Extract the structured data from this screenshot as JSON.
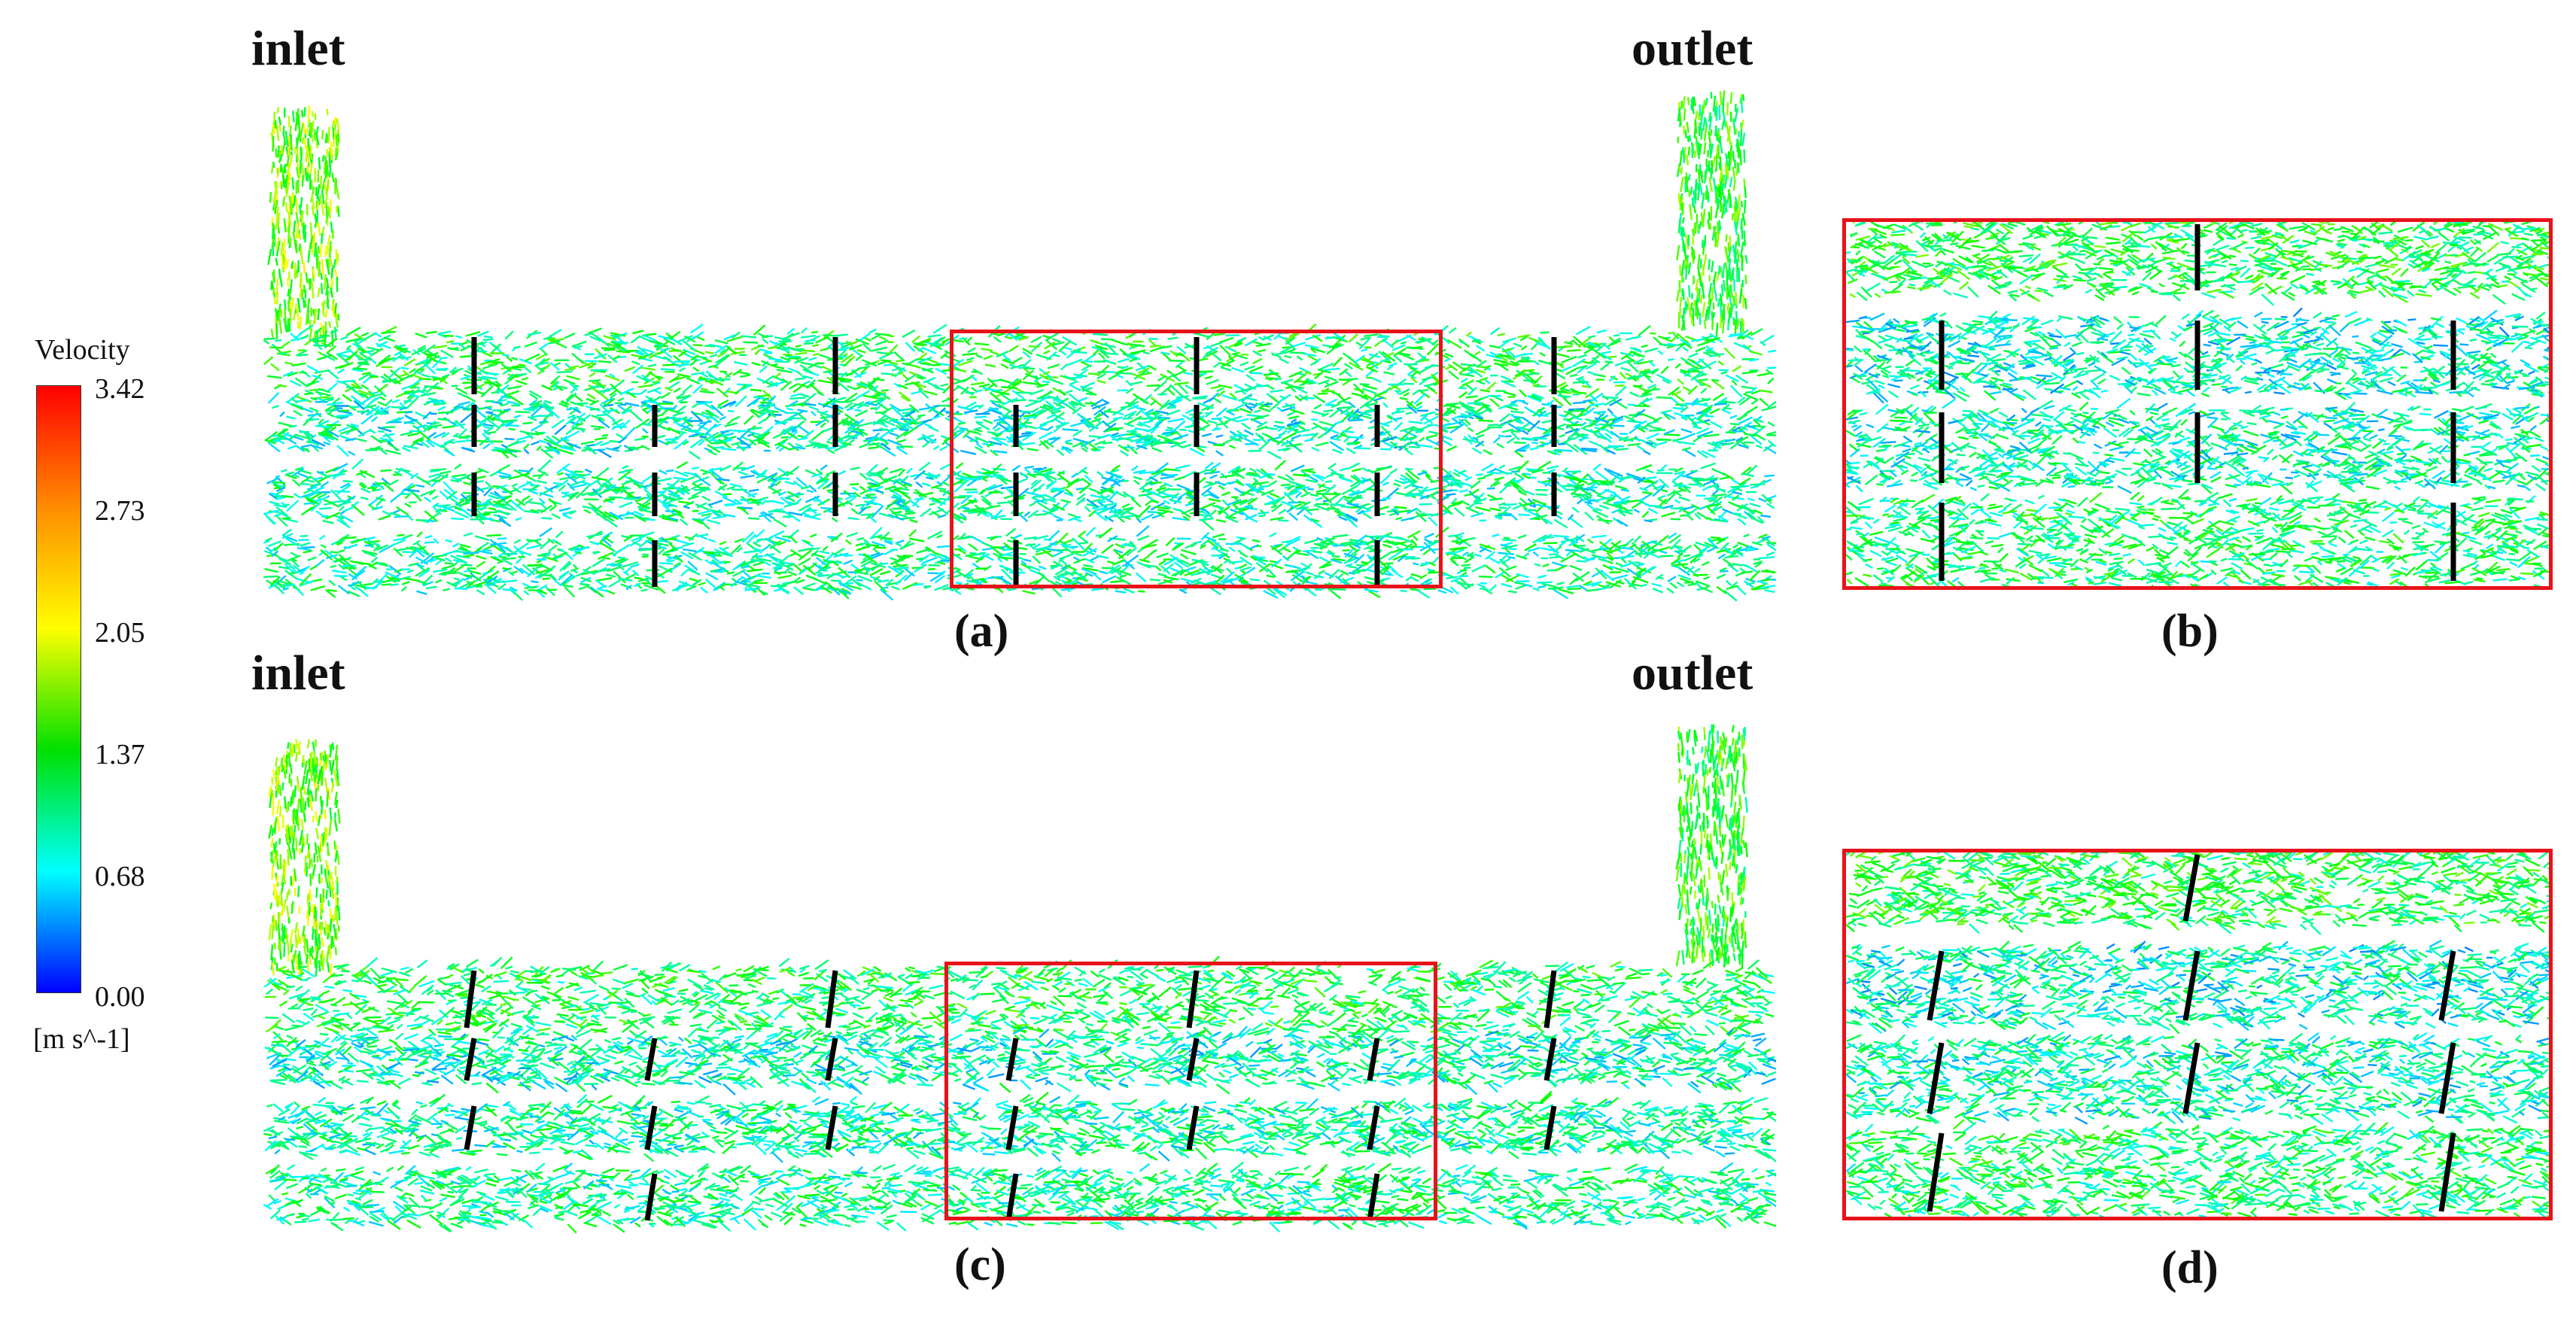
{
  "labels": {
    "inlet_top": "inlet",
    "outlet_top": "outlet",
    "inlet_bottom": "inlet",
    "outlet_bottom": "outlet"
  },
  "captions": {
    "a": "(a)",
    "b": "(b)",
    "c": "(c)",
    "d": "(d)"
  },
  "legend": {
    "title": "Velocity",
    "unit": "[m s^-1]",
    "ticks": [
      "3.42",
      "2.73",
      "2.05",
      "1.37",
      "0.68",
      "0.00"
    ],
    "colormap": [
      "#ff0000",
      "#ff8c00",
      "#ffff00",
      "#00e000",
      "#00ffff",
      "#0000ff"
    ]
  },
  "colors": {
    "zoom_frame": "#e8121a",
    "baffle": "#000000"
  }
}
